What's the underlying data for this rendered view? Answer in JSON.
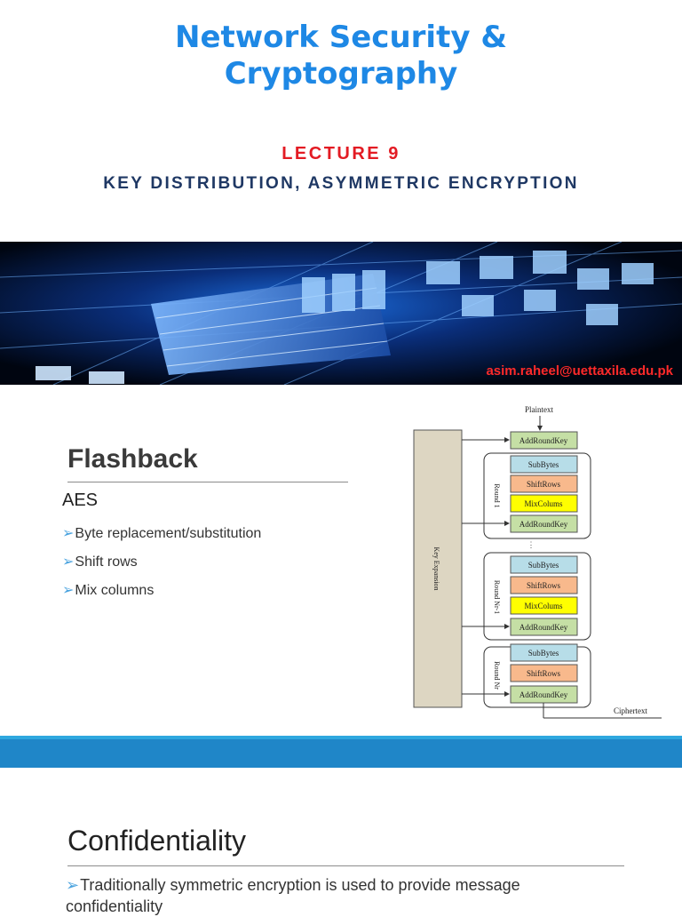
{
  "slide1": {
    "title_line1": "Network Security &",
    "title_line2": "Cryptography",
    "lecture": "LECTURE 9",
    "subtitle": "KEY DISTRIBUTION, ASYMMETRIC ENCRYPTION",
    "email": "asim.raheel@uettaxila.edu.pk"
  },
  "slide2": {
    "title": "Flashback",
    "heading": "AES",
    "bullets": [
      "Byte replacement/substitution",
      "Shift rows",
      "Mix columns"
    ],
    "diagram": {
      "plaintext": "Plaintext",
      "ciphertext": "Ciphertext",
      "key_expansion": "Key Expansion",
      "round1": "Round 1",
      "round_nr1": "Round Nr-1",
      "round_nr": "Round Nr",
      "dots": "⋮",
      "add_round_key": "AddRoundKey",
      "sub_bytes": "SubBytes",
      "shift_rows": "ShiftRows",
      "mix_columns": "MixColums"
    }
  },
  "slide3": {
    "title": "Confidentiality",
    "bullet": "Traditionally symmetric encryption is used to provide message confidentiality"
  },
  "icons": {
    "bullet_arrow": "arrow-bullet-icon"
  },
  "colors": {
    "title_blue": "#1e88e5",
    "lecture_red": "#e31b23",
    "subtitle_navy": "#1f3864",
    "separator_blue": "#1f86c8",
    "subbytes": "#b7dde8",
    "shiftrows": "#f8b98c",
    "mixcolumns": "#ffff00",
    "addroundkey": "#c5dfa5",
    "key_expansion": "#ddd6c2"
  }
}
